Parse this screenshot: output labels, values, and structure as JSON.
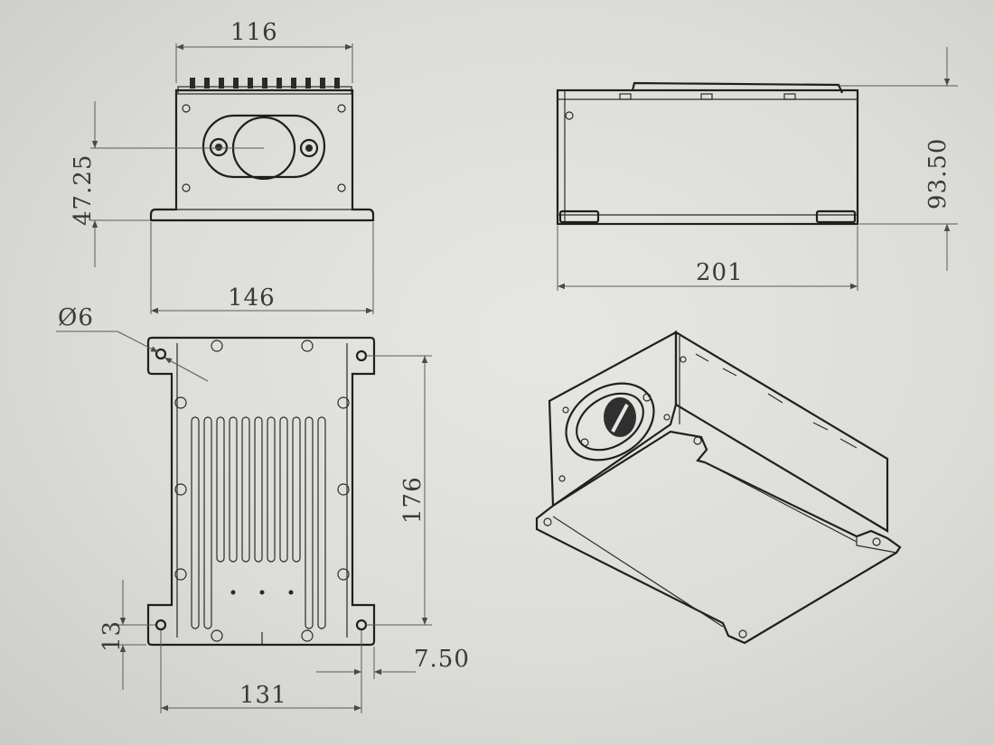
{
  "dimensions": {
    "top_width": "116",
    "front_height": "47.25",
    "front_base_width": "146",
    "side_height": "93.50",
    "side_length": "201",
    "hole_diameter": "Ø6",
    "bottom_hole_spacing_y": "176",
    "bottom_offset": "13",
    "bottom_offset_x": "7.50",
    "bottom_hole_spacing_x": "131"
  },
  "colors": {
    "background": "#dcddd8",
    "line": "#1f1f1f",
    "dimension": "#5a5a5a"
  }
}
